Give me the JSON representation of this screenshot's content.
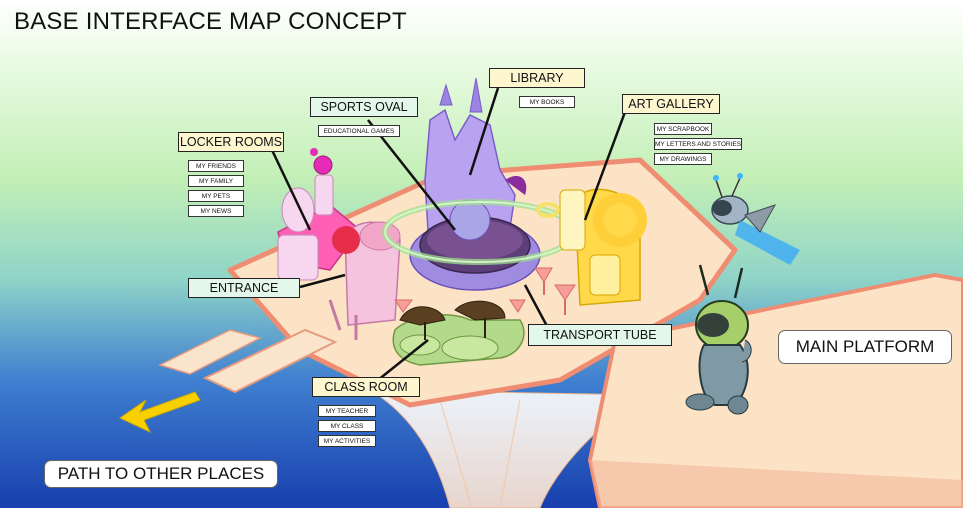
{
  "title": "BASE INTERFACE MAP CONCEPT",
  "locations": {
    "library": {
      "label": "LIBRARY",
      "items": [
        "MY BOOKS"
      ]
    },
    "sports_oval": {
      "label": "SPORTS OVAL",
      "items": [
        "EDUCATIONAL GAMES"
      ]
    },
    "art_gallery": {
      "label": "ART GALLERY",
      "items": [
        "MY SCRAPBOOK",
        "MY LETTERS AND STORIES",
        "MY DRAWINGS"
      ]
    },
    "locker_rooms": {
      "label": "LOCKER ROOMS",
      "items": [
        "MY FRIENDS",
        "MY FAMILY",
        "MY PETS",
        "MY NEWS"
      ]
    },
    "entrance": {
      "label": "ENTRANCE"
    },
    "transport_tube": {
      "label": "TRANSPORT TUBE"
    },
    "class_room": {
      "label": "CLASS ROOM",
      "items": [
        "MY TEACHER",
        "MY CLASS",
        "MY ACTIVITIES"
      ]
    },
    "main_platform": {
      "label": "MAIN PLATFORM"
    },
    "path": {
      "label": "PATH TO OTHER PLACES"
    }
  },
  "colors": {
    "sky_top": "#ffffff",
    "sky_green": "#c8f0b4",
    "sea_blue": "#1e4fb8",
    "platform": "#fde0c0",
    "platform_edge": "#f08a6e",
    "arrow": "#f8d000"
  }
}
